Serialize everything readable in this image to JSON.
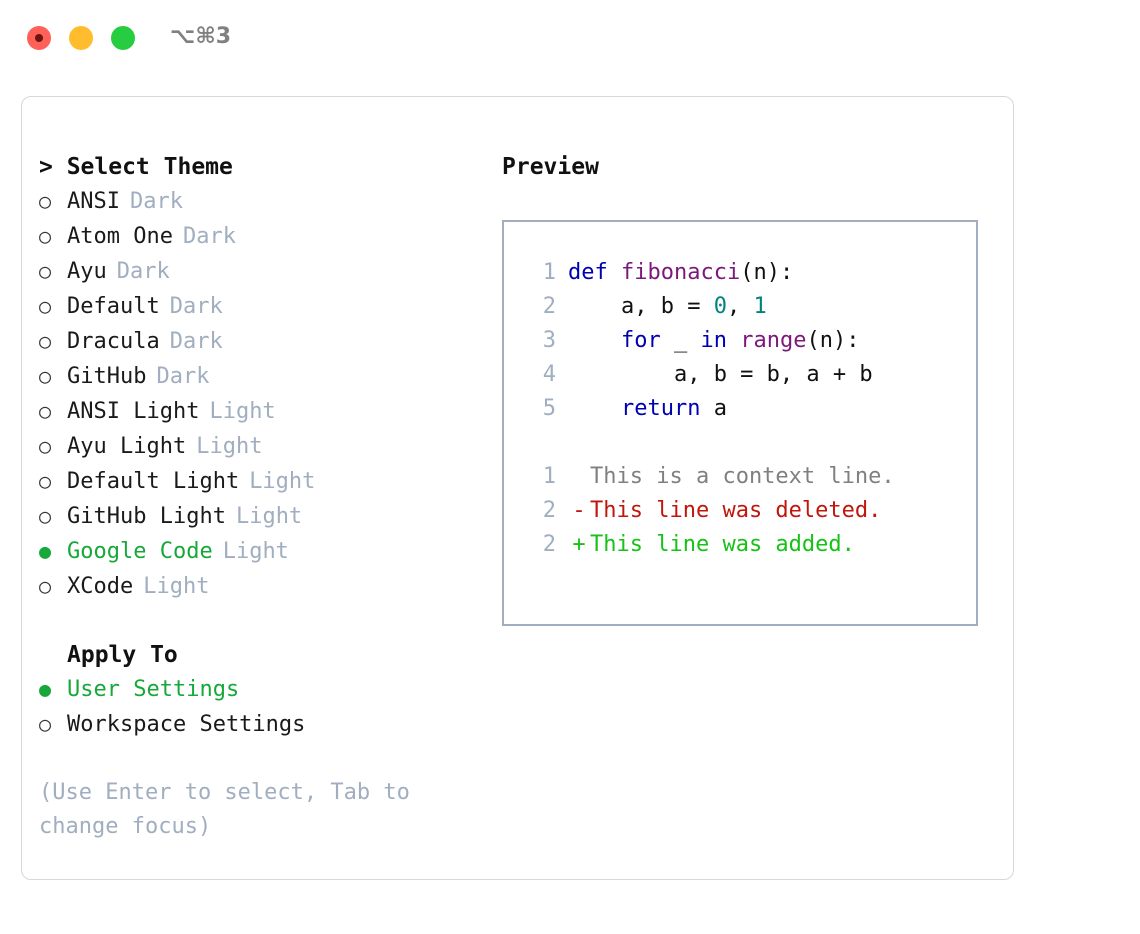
{
  "window": {
    "shortcut": "⌥⌘3",
    "traffic_lights": [
      "close",
      "minimize",
      "maximize"
    ],
    "colors": {
      "close": "#ff6159",
      "minimize": "#ffbd2e",
      "maximize": "#26cd41",
      "accent_green": "#17a83a",
      "muted": "#a0aec0",
      "border": "#d4d8dd"
    }
  },
  "theme_picker": {
    "title": "> Select Theme",
    "options": [
      {
        "marker": "○",
        "label": "ANSI",
        "badge": "Dark",
        "selected": false
      },
      {
        "marker": "○",
        "label": "Atom One",
        "badge": "Dark",
        "selected": false
      },
      {
        "marker": "○",
        "label": "Ayu",
        "badge": "Dark",
        "selected": false
      },
      {
        "marker": "○",
        "label": "Default",
        "badge": "Dark",
        "selected": false
      },
      {
        "marker": "○",
        "label": "Dracula",
        "badge": "Dark",
        "selected": false
      },
      {
        "marker": "○",
        "label": "GitHub",
        "badge": "Dark",
        "selected": false
      },
      {
        "marker": "○",
        "label": "ANSI Light",
        "badge": "Light",
        "selected": false
      },
      {
        "marker": "○",
        "label": "Ayu Light",
        "badge": "Light",
        "selected": false
      },
      {
        "marker": "○",
        "label": "Default Light",
        "badge": "Light",
        "selected": false
      },
      {
        "marker": "○",
        "label": "GitHub Light",
        "badge": "Light",
        "selected": false
      },
      {
        "marker": "●",
        "label": "Google Code",
        "badge": "Light",
        "selected": true
      },
      {
        "marker": "○",
        "label": "XCode",
        "badge": "Light",
        "selected": false
      }
    ]
  },
  "apply_to": {
    "title": "Apply To",
    "options": [
      {
        "marker": "●",
        "label": "User Settings",
        "selected": true
      },
      {
        "marker": "○",
        "label": "Workspace Settings",
        "selected": false
      }
    ]
  },
  "hint": "(Use Enter to select, Tab to change focus)",
  "preview": {
    "title": "Preview",
    "code_lines": [
      {
        "num": "1",
        "tokens": [
          {
            "t": "def",
            "c": "kw"
          },
          {
            "t": " ",
            "c": "pn"
          },
          {
            "t": "fibonacci",
            "c": "fn"
          },
          {
            "t": "(n):",
            "c": "pn"
          }
        ]
      },
      {
        "num": "2",
        "tokens": [
          {
            "t": "    a, b = ",
            "c": "pn"
          },
          {
            "t": "0",
            "c": "num"
          },
          {
            "t": ", ",
            "c": "pn"
          },
          {
            "t": "1",
            "c": "num"
          }
        ]
      },
      {
        "num": "3",
        "tokens": [
          {
            "t": "    ",
            "c": "pn"
          },
          {
            "t": "for",
            "c": "kw"
          },
          {
            "t": " _ ",
            "c": "pn"
          },
          {
            "t": "in",
            "c": "kw"
          },
          {
            "t": " ",
            "c": "pn"
          },
          {
            "t": "range",
            "c": "fn"
          },
          {
            "t": "(n):",
            "c": "pn"
          }
        ]
      },
      {
        "num": "4",
        "tokens": [
          {
            "t": "        a, b = b, a + b",
            "c": "pn"
          }
        ]
      },
      {
        "num": "5",
        "tokens": [
          {
            "t": "    ",
            "c": "pn"
          },
          {
            "t": "return",
            "c": "kw"
          },
          {
            "t": " a",
            "c": "pn"
          }
        ]
      }
    ],
    "diff_lines": [
      {
        "num": "1",
        "mark": " ",
        "text": "This is a context line.",
        "kind": "ctx"
      },
      {
        "num": "2",
        "mark": "-",
        "text": "This line was deleted.",
        "kind": "del"
      },
      {
        "num": "2",
        "mark": "+",
        "text": "This line was added.",
        "kind": "add"
      }
    ]
  }
}
